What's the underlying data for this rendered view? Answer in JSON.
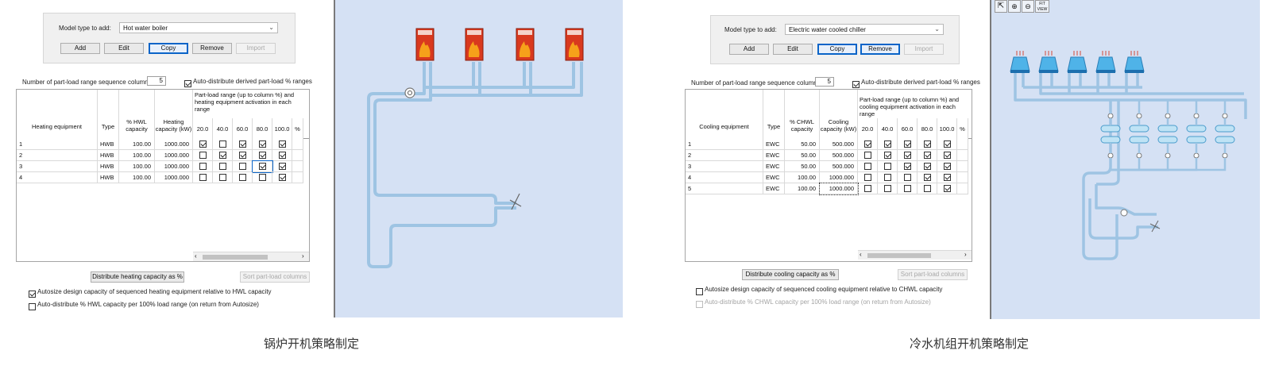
{
  "left": {
    "model_label": "Model type to add:",
    "model_value": "Hot water boiler",
    "buttons": [
      "Add",
      "Edit",
      "Copy",
      "Remove",
      "Import"
    ],
    "seq_label": "Number of part-load range sequence columns:",
    "seq_value": "5",
    "auto_label": "Auto-distribute derived part-load % ranges",
    "headers": {
      "equip": "Heating equipment",
      "type": "Type",
      "pct": "% HWL capacity",
      "cap": "Heating capacity (kW)",
      "range": "Part-load range (up to column %) and heating equipment activation in each range",
      "cols": [
        "20.0",
        "40.0",
        "60.0",
        "80.0",
        "100.0",
        "%"
      ]
    },
    "rows": [
      {
        "id": "1",
        "type": "HWB",
        "pct": "100.00",
        "cap": "1000.000",
        "checks": [
          true,
          false,
          true,
          true,
          true
        ]
      },
      {
        "id": "2",
        "type": "HWB",
        "pct": "100.00",
        "cap": "1000.000",
        "checks": [
          false,
          true,
          true,
          true,
          true
        ]
      },
      {
        "id": "3",
        "type": "HWB",
        "pct": "100.00",
        "cap": "1000.000",
        "checks": [
          false,
          false,
          false,
          true,
          true
        ]
      },
      {
        "id": "4",
        "type": "HWB",
        "pct": "100.00",
        "cap": "1000.000",
        "checks": [
          false,
          false,
          false,
          false,
          true
        ]
      }
    ],
    "distribute_btn": "Distribute heating capacity as %",
    "sort_btn": "Sort part-load columns",
    "opt1_label": "Autosize design capacity of sequenced heating equipment relative to HWL capacity",
    "opt2_label": "Auto-distribute % HWL capacity per 100% load range (on return from Autosize)",
    "caption": "锅炉开机策略制定"
  },
  "right": {
    "model_label": "Model type to add:",
    "model_value": "Electric water cooled chiller",
    "buttons": [
      "Add",
      "Edit",
      "Copy",
      "Remove",
      "Import"
    ],
    "seq_label": "Number of part-load range sequence columns:",
    "seq_value": "5",
    "auto_label": "Auto-distribute derived part-load % ranges",
    "headers": {
      "equip": "Cooling equipment",
      "type": "Type",
      "pct": "% CHWL capacity",
      "cap": "Cooling capacity (kW)",
      "range": "Part-load range (up to column %) and cooling equipment activation in each range",
      "cols": [
        "20.0",
        "40.0",
        "60.0",
        "80.0",
        "100.0",
        "%"
      ]
    },
    "rows": [
      {
        "id": "1",
        "type": "EWC",
        "pct": "50.00",
        "cap": "500.000",
        "checks": [
          true,
          true,
          true,
          true,
          true
        ]
      },
      {
        "id": "2",
        "type": "EWC",
        "pct": "50.00",
        "cap": "500.000",
        "checks": [
          false,
          true,
          true,
          true,
          true
        ]
      },
      {
        "id": "3",
        "type": "EWC",
        "pct": "50.00",
        "cap": "500.000",
        "checks": [
          false,
          false,
          true,
          true,
          true
        ]
      },
      {
        "id": "4",
        "type": "EWC",
        "pct": "100.00",
        "cap": "1000.000",
        "checks": [
          false,
          false,
          false,
          true,
          true
        ]
      },
      {
        "id": "5",
        "type": "EWC",
        "pct": "100.00",
        "cap": "1000.000",
        "checks": [
          false,
          false,
          false,
          false,
          true
        ]
      }
    ],
    "distribute_btn": "Distribute cooling capacity as %",
    "sort_btn": "Sort part-load columns",
    "opt1_label": "Autosize design capacity of sequenced cooling equipment relative to CHWL capacity",
    "opt2_label": "Auto-distribute % CHWL capacity per 100% load range (on return from Autosize)",
    "fit_view": "FIT VIEW",
    "caption": "冷水机组开机策略制定"
  },
  "colors": {
    "diagram_bg": "#d5e1f4",
    "pipe": "#9ec4e3",
    "boiler": "#d9391e",
    "flame": "#f6a11a",
    "tower": "#4fb3e8",
    "focus": "#0a64c8"
  },
  "icons": [
    "boiler-icon",
    "flame-icon",
    "pump-icon",
    "valve-icon",
    "cooling-tower-icon",
    "chiller-icon",
    "pointer-icon",
    "zoom-in-icon",
    "zoom-out-icon",
    "fit-view-icon"
  ]
}
